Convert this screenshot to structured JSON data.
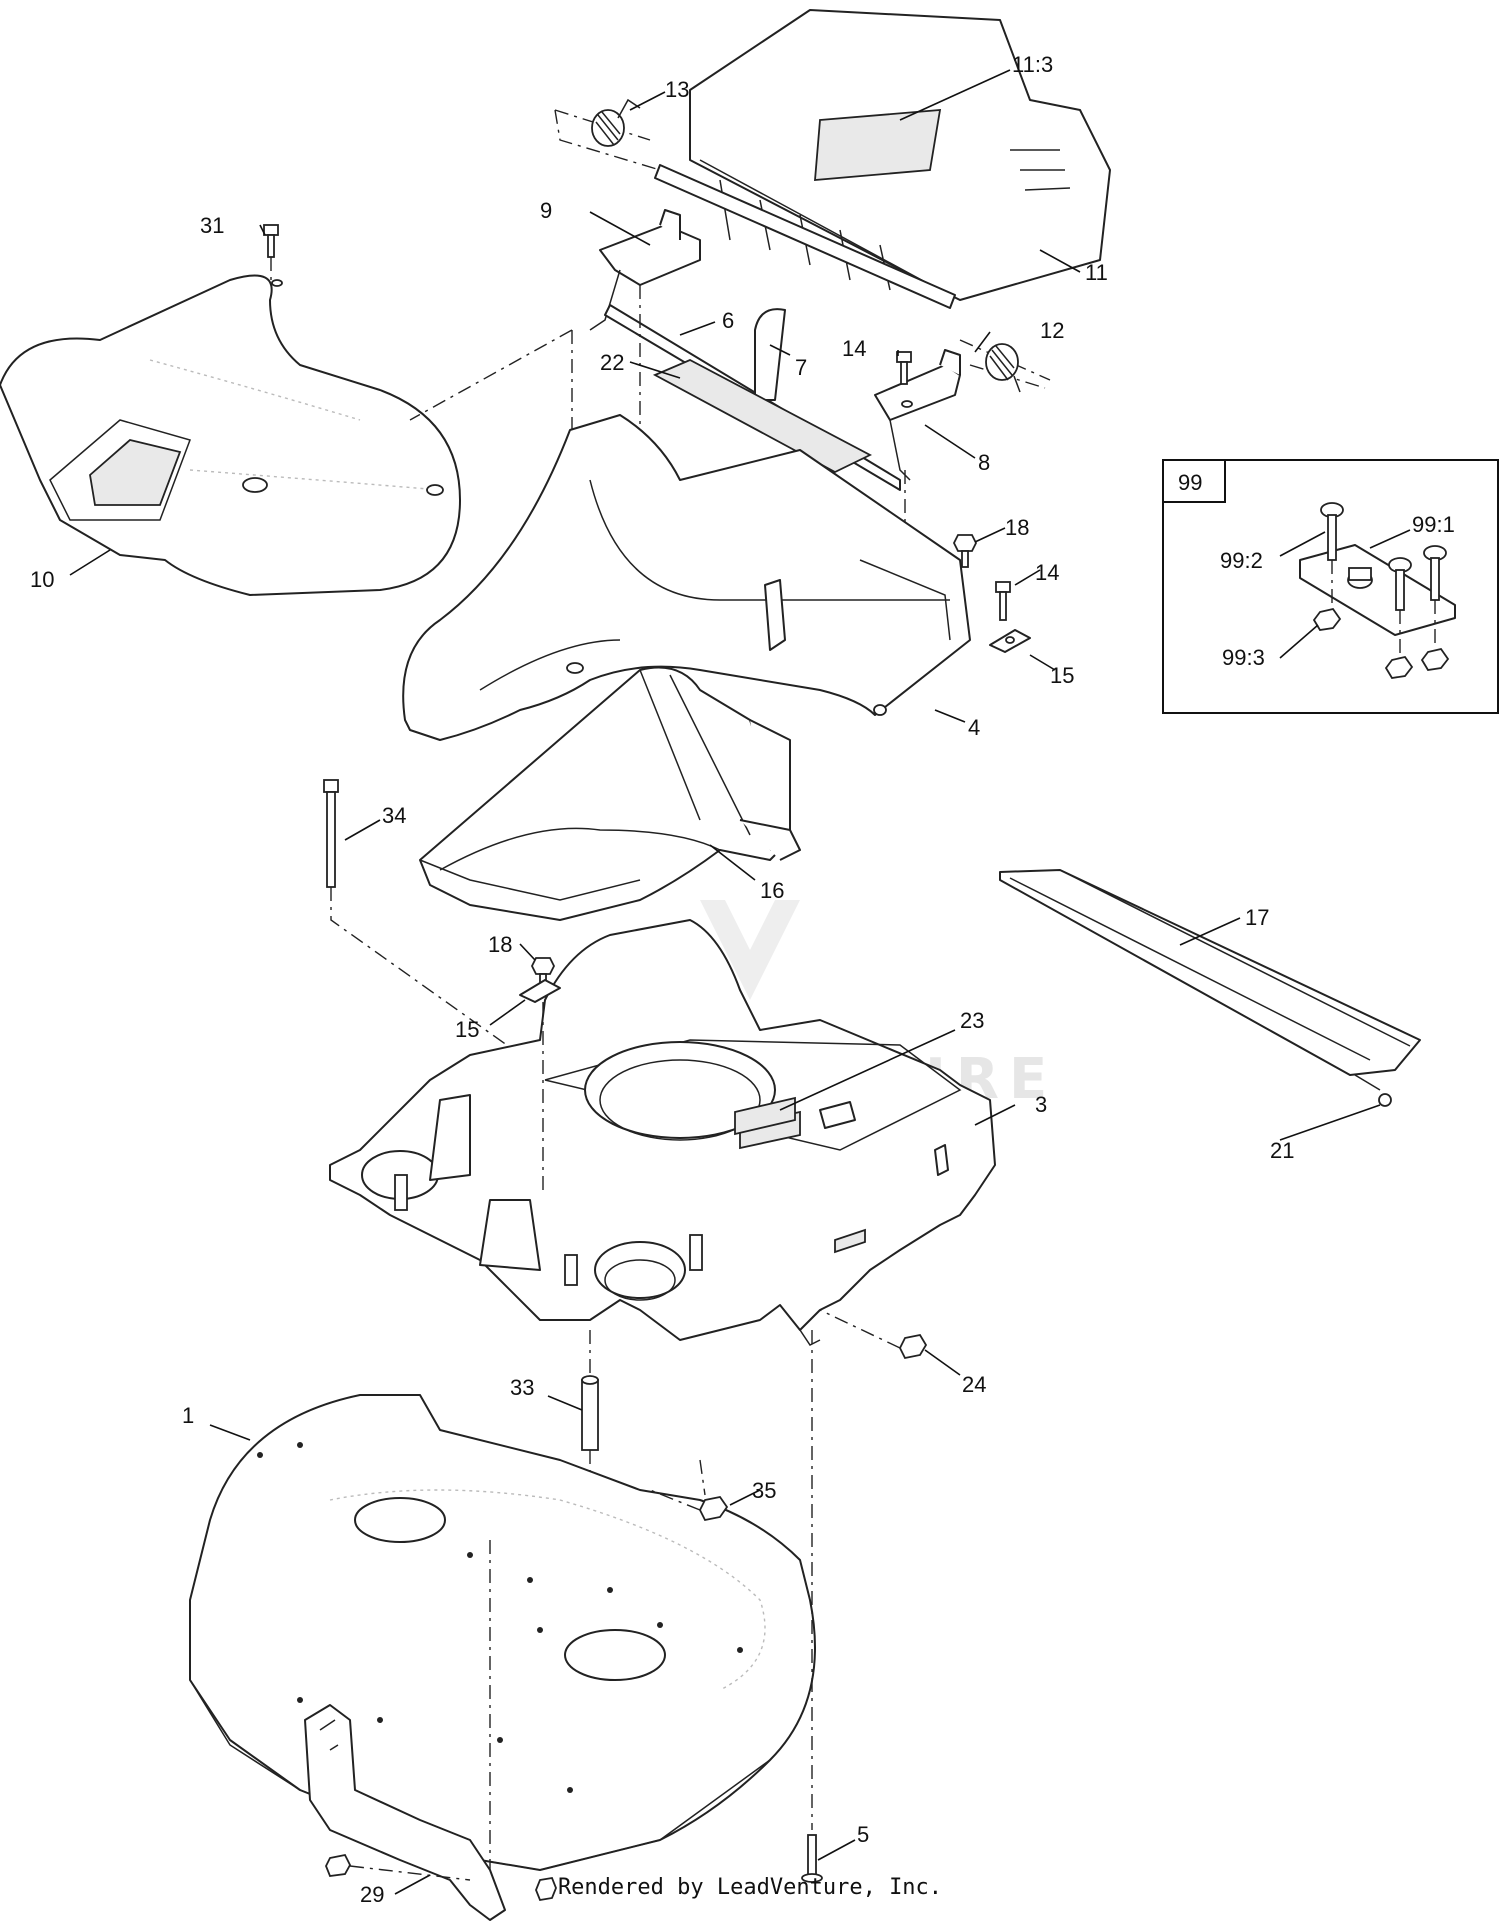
{
  "callouts": {
    "c1": "1",
    "c3": "3",
    "c4": "4",
    "c5": "5",
    "c6": "6",
    "c7": "7",
    "c8": "8",
    "c9": "9",
    "c10": "10",
    "c11": "11",
    "c11_3": "11:3",
    "c12": "12",
    "c13": "13",
    "c14a": "14",
    "c14b": "14",
    "c15a": "15",
    "c15b": "15",
    "c16": "16",
    "c17": "17",
    "c18a": "18",
    "c18b": "18",
    "c21": "21",
    "c22": "22",
    "c23": "23",
    "c24": "24",
    "c29": "29",
    "c31": "31",
    "c33": "33",
    "c34": "34",
    "c35": "35"
  },
  "inset": {
    "title": "99",
    "c99_1": "99:1",
    "c99_2": "99:2",
    "c99_3": "99:3"
  },
  "watermark": "LEADVENTURE",
  "footer": "Rendered by LeadVenture, Inc."
}
